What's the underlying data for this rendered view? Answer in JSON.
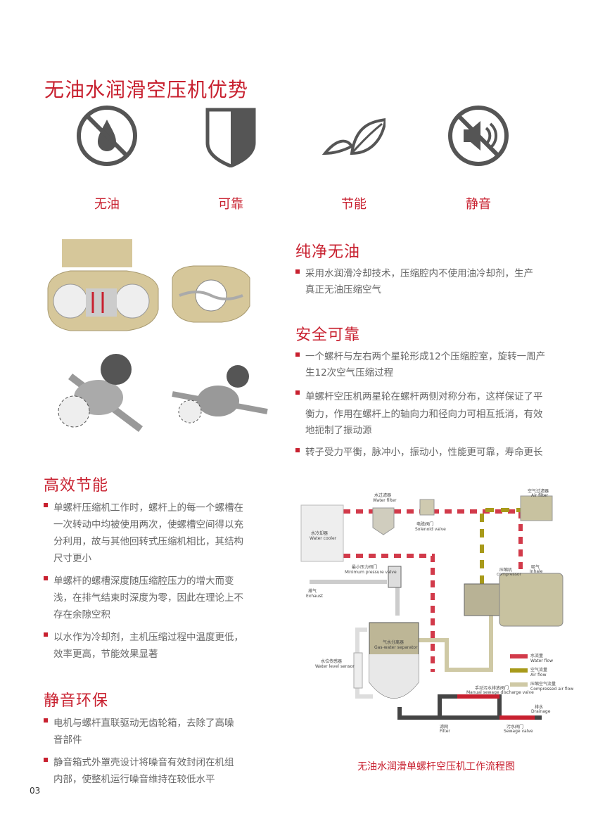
{
  "title": "无油水润滑空压机优势",
  "advantages": [
    {
      "label": "无油",
      "icon": "no-oil-icon"
    },
    {
      "label": "可靠",
      "icon": "shield-icon"
    },
    {
      "label": "节能",
      "icon": "leaf-icon"
    },
    {
      "label": "静音",
      "icon": "mute-icon"
    }
  ],
  "sections": {
    "pure": {
      "heading": "纯净无油",
      "bullets": [
        [
          "采用水润滑冷却技术，压缩腔内不使用油冷却剂，生产",
          "真正无油压缩空气"
        ]
      ]
    },
    "safe": {
      "heading": "安全可靠",
      "bullets": [
        [
          "一个螺杆与左右两个星轮形成12个压缩腔室，旋转一周产",
          "生12次空气压缩过程"
        ],
        [
          "单螺杆空压机两星轮在螺杆两侧对称分布，这样保证了平",
          "衡力，作用在螺杆上的轴向力和径向力可相互抵消，有效",
          "地扼制了振动源"
        ],
        [
          "转子受力平衡，脉冲小，振动小，性能更可靠，寿命更长"
        ]
      ]
    },
    "efficient": {
      "heading": "高效节能",
      "bullets": [
        [
          "单螺杆压缩机工作时，螺杆上的每一个螺槽在",
          "一次转动中均被使用两次，使螺槽空间得以充",
          "分利用，故与其他回转式压缩机相比，其结构",
          "尺寸更小"
        ],
        [
          "单螺杆的螺槽深度随压缩腔压力的增大而变",
          "浅，在排气结束时深度为零，因此在理论上不",
          "存在余隙空积"
        ],
        [
          "以水作为冷却剂，主机压缩过程中温度更低，",
          "效率更高，节能效果显著"
        ]
      ]
    },
    "quiet": {
      "heading": "静音环保",
      "bullets": [
        [
          "电机与螺杆直联驱动无齿轮箱，去除了高噪",
          "音部件"
        ],
        [
          "静音箱式外罩壳设计将噪音有效封闭在机组",
          "内部，使整机运行噪音维持在较低水平"
        ]
      ]
    }
  },
  "diagram": {
    "caption": "无油水润滑单螺杆空压机工作流程图",
    "labels": {
      "water_filter": [
        "水过滤器",
        "Water filter"
      ],
      "solenoid": [
        "电磁阀门",
        "Solenoid valve"
      ],
      "water_cooler": [
        "水冷却器",
        "Water cooler"
      ],
      "air_filter": [
        "空气过滤器",
        "Air filter"
      ],
      "min_pressure": [
        "最小压力阀门",
        "Minimum pressure valve"
      ],
      "exhaust": [
        "排气",
        "Exhaust"
      ],
      "compressor": [
        "压缩机",
        "compressor"
      ],
      "inhale": [
        "吸气",
        "Inhale"
      ],
      "separator": [
        "气水分离器",
        "Gas-water separator"
      ],
      "level_sensor": [
        "水位传感器",
        "Water level sensor"
      ],
      "manual_valve": [
        "手动污水排放阀门",
        "Manual sewage discharge valve"
      ],
      "drainage": [
        "排水",
        "Drainage"
      ],
      "filter": [
        "滤网",
        "Filter"
      ],
      "sewage_valve": [
        "污水阀门",
        "Sewage valve"
      ]
    },
    "legend": [
      [
        "水流量",
        "Water flow"
      ],
      [
        "空气流量",
        "Air flow"
      ],
      [
        "压缩空气流量",
        "Compressed air flow"
      ]
    ],
    "colors": {
      "water": "#d23a4a",
      "water2": "#6a6aa8",
      "air": "#a89a1a",
      "compressed": "#d8d4b0",
      "dark": "#444444",
      "body": "#c8c2a0"
    }
  },
  "page_number": "03"
}
